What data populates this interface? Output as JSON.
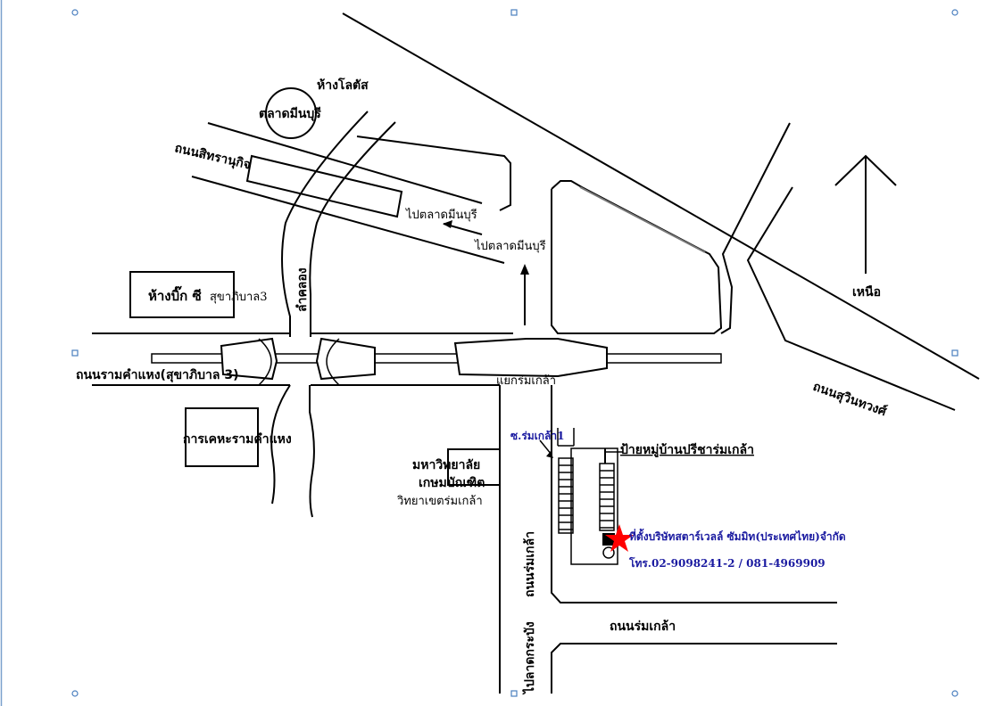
{
  "map": {
    "labels": {
      "lotus": "ห้างโลตัส",
      "minburi_market": "ตลาดมีนบุรี",
      "sitharanukit_road": "ถนนสิทรานุกิจ",
      "to_minburi_market_1": "ไปตลาดมีนบุรี",
      "to_minburi_market_2": "ไปตลาดมีนบุรี",
      "big_c": "ห้างบิ๊ก ซี",
      "big_c_sub": "สุขาภิบาล3",
      "canal": "ลำคลอง",
      "north": "เหนือ",
      "ramkhamhaeng_road": "ถนนรามคำแหง(สุขาภิบาล 3)",
      "romklao_junction": "แยกร่มเกล้า",
      "suwinthawong_road": "ถนนสุวินทวงศ์",
      "ramkhamhaeng_housing": "การเคหะรามคำแหง",
      "kasem_university_1": "มหาวิทยาลัย",
      "kasem_university_2": "เกษมบัณฑิต",
      "kasem_campus": "วิทยาเขตร่มเกล้า",
      "soi_romklao1": "ซ.ร่มเกล้า1",
      "village_sign": "ป้ายหมู่บ้านปรีชาร่มเกล้า",
      "office_location": "ที่ตั้งบริษัทสตาร์เวลล์ ซัมมิท(ประเทศไทย)จำกัด",
      "phone": "โทร.02-9098241-2 / 081-4969909",
      "romklao_road_vertical": "ถนนร่มเกล้า",
      "romklao_road_horizontal": "ถนนร่มเกล้า",
      "to_lat_krabang": "ไปลาดกระบัง"
    },
    "icons": {
      "location_marker": "star-icon",
      "north_arrow": "north-arrow-icon"
    },
    "colors": {
      "marker": "#ff0000",
      "highlight_text": "#1a1aa0",
      "selection_handle": "#4a7fbf"
    }
  }
}
